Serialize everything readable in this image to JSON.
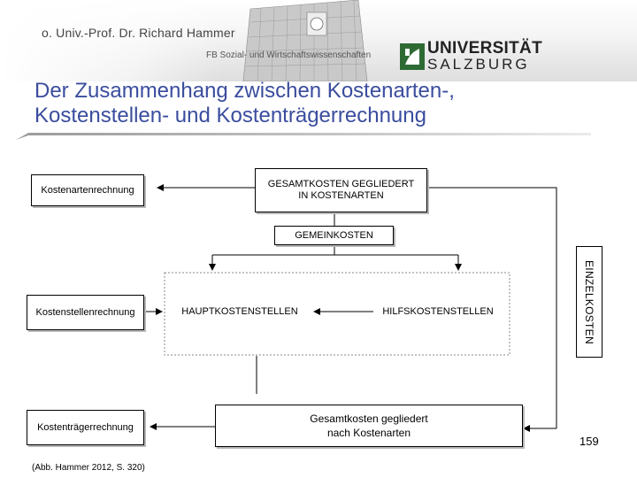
{
  "header": {
    "author": "o. Univ.-Prof. Dr. Richard Hammer",
    "department": "FB Sozial- und Wirtschaftswissenschaften",
    "logo_line1": "UNIVERSITÄT",
    "logo_line2": "SALZBURG",
    "colors": {
      "logo_green": "#2e6b34",
      "title_blue": "#3a4d9e"
    }
  },
  "title": {
    "line1": "Der Zusammenhang zwischen Kostenarten-,",
    "line2": "Kostenstellen- und Kostenträgerrechnung"
  },
  "diagram": {
    "kostenarten": "Kostenartenrechnung",
    "gesamt_line1": "GESAMTKOSTEN GEGLIEDERT",
    "gesamt_line2": "IN KOSTENARTEN",
    "gemeinkosten": "GEMEINKOSTEN",
    "einzelkosten": "EINZELKOSTEN",
    "kostenstellen": "Kostenstellenrechnung",
    "haupt": "HAUPTKOSTENSTELLEN",
    "hilfs": "HILFSKOSTENSTELLEN",
    "kostentraeger": "Kostenträgerrechnung",
    "result_line1": "Gesamtkosten gegliedert",
    "result_line2": "nach Kostenarten"
  },
  "footer": {
    "page_number": "159",
    "source": "(Abb. Hammer 2012, S. 320)"
  }
}
